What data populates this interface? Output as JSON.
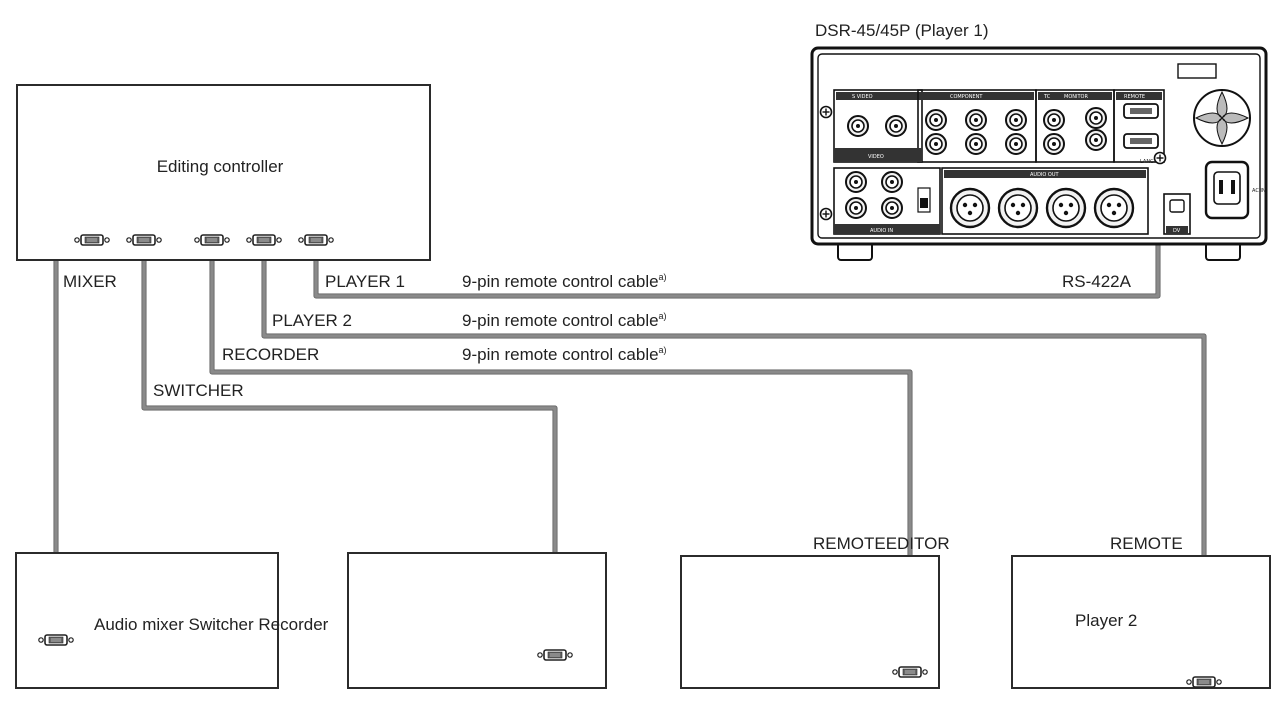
{
  "device_title": "DSR-45/45P (Player 1)",
  "editing_controller": {
    "label": "Editing controller"
  },
  "ports": {
    "mixer": "MIXER",
    "switcher": "SWITCHER",
    "recorder": "RECORDER",
    "player2": "PLAYER 2",
    "player1": "PLAYER 1"
  },
  "cables": [
    {
      "label": "9-pin remote control cable",
      "note": "a)"
    },
    {
      "label": "9-pin remote control cable",
      "note": "a)"
    },
    {
      "label": "9-pin remote control cable",
      "note": "a)"
    }
  ],
  "deck_port": "RS-422A",
  "deck_panel": {
    "s_video": "S VIDEO",
    "component": "COMPONENT",
    "tc": "TC",
    "monitor": "MONITOR",
    "remote": "REMOTE",
    "video": "VIDEO",
    "audio_out": "AUDIO OUT",
    "audio_in": "AUDIO IN",
    "lanc": "LANC",
    "dv": "DV",
    "ac_in": "AC IN"
  },
  "bottom_labels": {
    "remote_editor": "REMOTEEDITOR",
    "remote": "REMOTE"
  },
  "devices": {
    "audio_mixer_switcher_recorder": "Audio mixer Switcher Recorder",
    "player2": "Player 2"
  }
}
